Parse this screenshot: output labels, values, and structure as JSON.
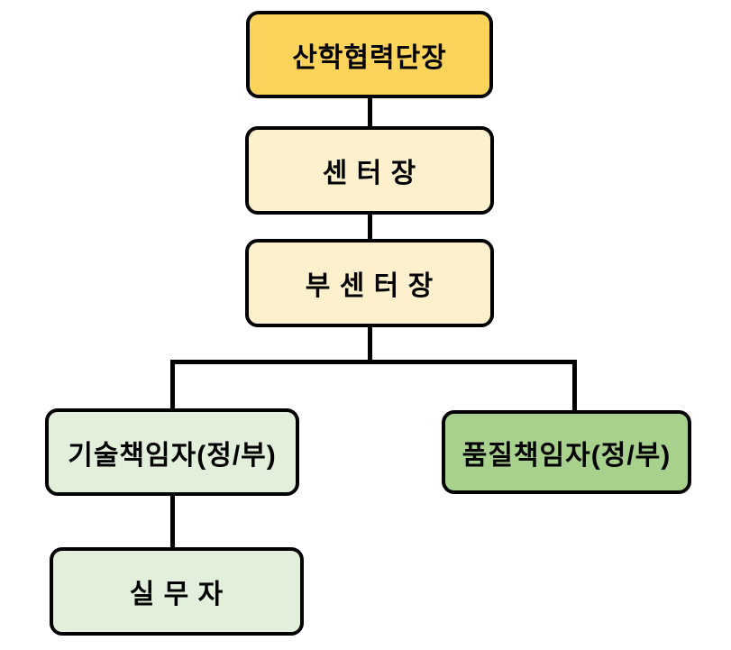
{
  "page": {
    "background": "#ffffff"
  },
  "org_chart": {
    "type": "org-chart",
    "connector_color": "#000000",
    "node_border_color": "#000000",
    "nodes": {
      "head": {
        "label": "산학협력단장",
        "fill": "#FCD45C"
      },
      "center_head": {
        "label": "센 터 장",
        "fill": "#FDF0CD"
      },
      "vice_center_head": {
        "label": "부 센 터 장",
        "fill": "#FDF0CD"
      },
      "tech_lead": {
        "label": "기술책임자(정/부)",
        "fill": "#E2EFDA"
      },
      "quality_lead": {
        "label": "품질책임자(정/부)",
        "fill": "#A9D18E"
      },
      "staff": {
        "label": "실 무 자",
        "fill": "#E2EFDA"
      }
    },
    "edges": [
      [
        "head",
        "center_head"
      ],
      [
        "center_head",
        "vice_center_head"
      ],
      [
        "vice_center_head",
        "tech_lead"
      ],
      [
        "vice_center_head",
        "quality_lead"
      ],
      [
        "tech_lead",
        "staff"
      ]
    ]
  }
}
